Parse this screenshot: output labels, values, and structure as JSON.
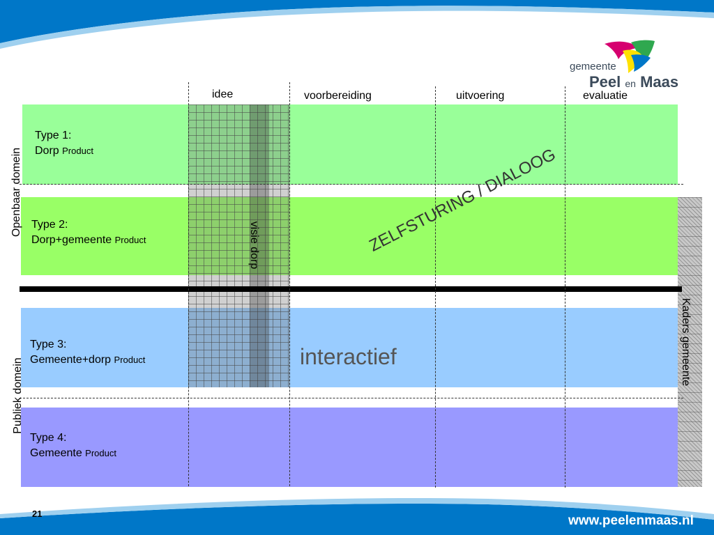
{
  "brand": {
    "line1": "gemeente",
    "name_part1": "Peel",
    "name_part2": "en",
    "name_part3": "Maas",
    "url": "www.peelenmaas.nl"
  },
  "phases": [
    "idee",
    "voorbereiding",
    "uitvoering",
    "evaluatie"
  ],
  "rows": [
    {
      "type": "Type 1:",
      "name": "Dorp",
      "product": "Product"
    },
    {
      "type": "Type 2:",
      "name": "Dorp+gemeente",
      "product": "Product"
    },
    {
      "type": "Type 3:",
      "name": "Gemeente+dorp",
      "product": "Product"
    },
    {
      "type": "Type 4:",
      "name": "Gemeente",
      "product": "Product"
    }
  ],
  "domains": {
    "public_top": "Openbaar domein",
    "public_bottom": "Publiek domein"
  },
  "labels": {
    "visie": "visie dorp",
    "zelfsturing": "ZELFSTURING / DIALOOG",
    "interactief": "interactief",
    "kaders": "Kaders gemeente"
  },
  "page_number": "21",
  "colors": {
    "row1": "#99ff99",
    "row2": "#99ff66",
    "row3": "#99ccff",
    "row4": "#9999ff",
    "brand_blue": "#0077c8"
  }
}
